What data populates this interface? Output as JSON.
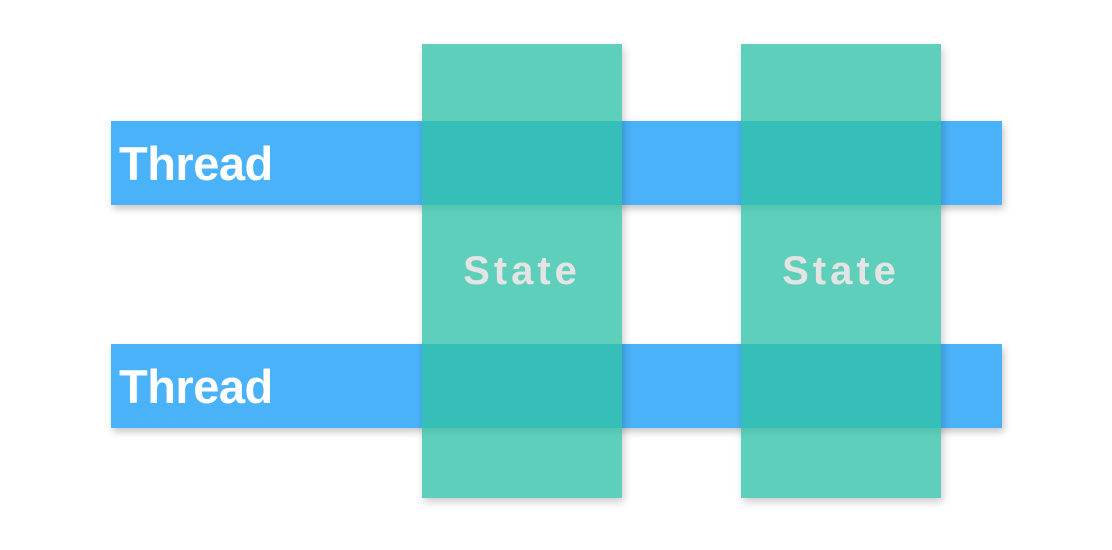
{
  "diagram": {
    "type": "thread-state-overlap-diagram",
    "background_color": "#ffffff",
    "thread_bars": [
      {
        "label": "Thread"
      },
      {
        "label": "Thread"
      }
    ],
    "state_columns": [
      {
        "label": "State"
      },
      {
        "label": "State"
      }
    ],
    "colors": {
      "thread_fill": "#4ab2f8",
      "state_fill": "rgba(50,194,168,0.79)",
      "state_over_white": "#5dcfba",
      "state_over_thread_overlap": "#38bdbc",
      "thread_label_color": "#ffffff",
      "state_label_color": "#e4e4e4"
    }
  }
}
